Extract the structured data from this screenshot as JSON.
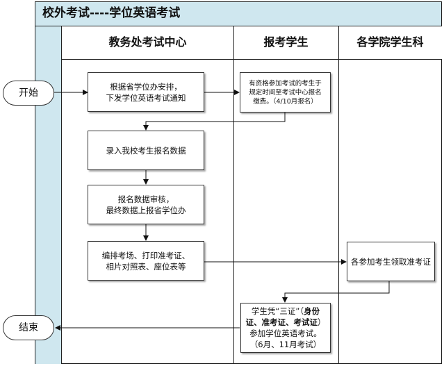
{
  "title": "校外考试----学位英语考试",
  "lanes": [
    {
      "label": "教务处考试中心"
    },
    {
      "label": "报考学生"
    },
    {
      "label": "各学院学生科"
    }
  ],
  "terminals": {
    "start": "开始",
    "end": "结束"
  },
  "steps": {
    "notice": {
      "line1": "根据省学位办安排，",
      "line2": "下发学位英语考试通知"
    },
    "register": {
      "line1": "有资格参加考试的考生于",
      "line2": "规定时间至考试中心报名",
      "line3": "缴费。（4/10月报名）"
    },
    "entry": {
      "line1": "录入我校考生报名数据"
    },
    "review": {
      "line1": "报名数据审核，",
      "line2": "最终数据上报省学位办"
    },
    "arrange": {
      "line1": "编排考场、打印准考证、",
      "line2": "相片对照表、座位表等"
    },
    "collect": {
      "line1": "各参加考生领取准考证"
    },
    "exam": {
      "part1": "学生凭“三证”（",
      "bold1": "身份",
      "bold2": "证、准考证、考试证",
      "part2": "）",
      "line3": "参加学位英语考试。",
      "line4": "（6月、11月考试）"
    }
  }
}
